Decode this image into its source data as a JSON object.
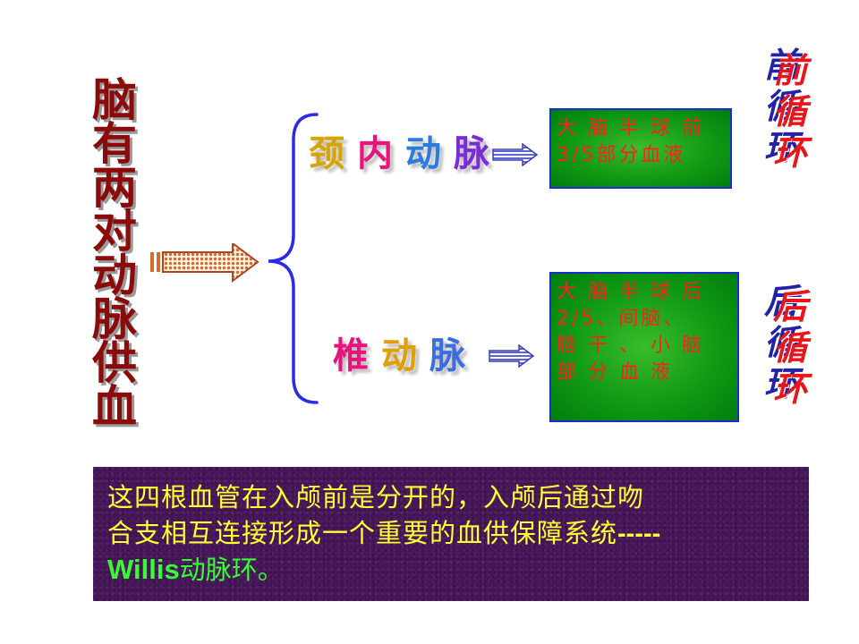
{
  "title_chars": [
    "脑",
    "有",
    "两",
    "对",
    "动",
    "脉",
    "供",
    "血"
  ],
  "branches": {
    "upper": {
      "artery_chars": [
        "颈",
        "内",
        "动",
        "脉"
      ],
      "artery_colors": [
        "#d9a400",
        "#e8147c",
        "#2c7be0",
        "#7b2bd8"
      ],
      "result_lines": [
        "大 脑 半 球 前",
        "3/5部分血液"
      ],
      "circulation_label": "前循环",
      "circulation_chars": [
        "前",
        "循",
        "环"
      ]
    },
    "lower": {
      "artery_chars": [
        "椎",
        "动",
        "脉"
      ],
      "artery_colors": [
        "#e8147c",
        "#e0a000",
        "#3a6de0"
      ],
      "result_lines": [
        "大 脑 半 球 后",
        "2/5、间脑、",
        "脑 干 、 小 脑",
        "部 分 血 液"
      ],
      "circulation_label": "后循环",
      "circulation_chars": [
        "后",
        "循",
        "环"
      ]
    }
  },
  "note": {
    "line1": "这四根血管在入颅前是分开的，入颅后通过吻",
    "line2": "合支相互连接形成一个重要的血供保障系统",
    "line2_dashes": "-----",
    "line3_term": "Willis",
    "line3_rest": "动脉环。"
  },
  "colors": {
    "title": "#8b0a0a",
    "brace": "#2a2ae8",
    "box_border": "#1a2cc9",
    "box_text": "#ff1f1f",
    "note_bg": "#48165a",
    "note_text": "#ffff33",
    "note_term": "#33ff33"
  }
}
